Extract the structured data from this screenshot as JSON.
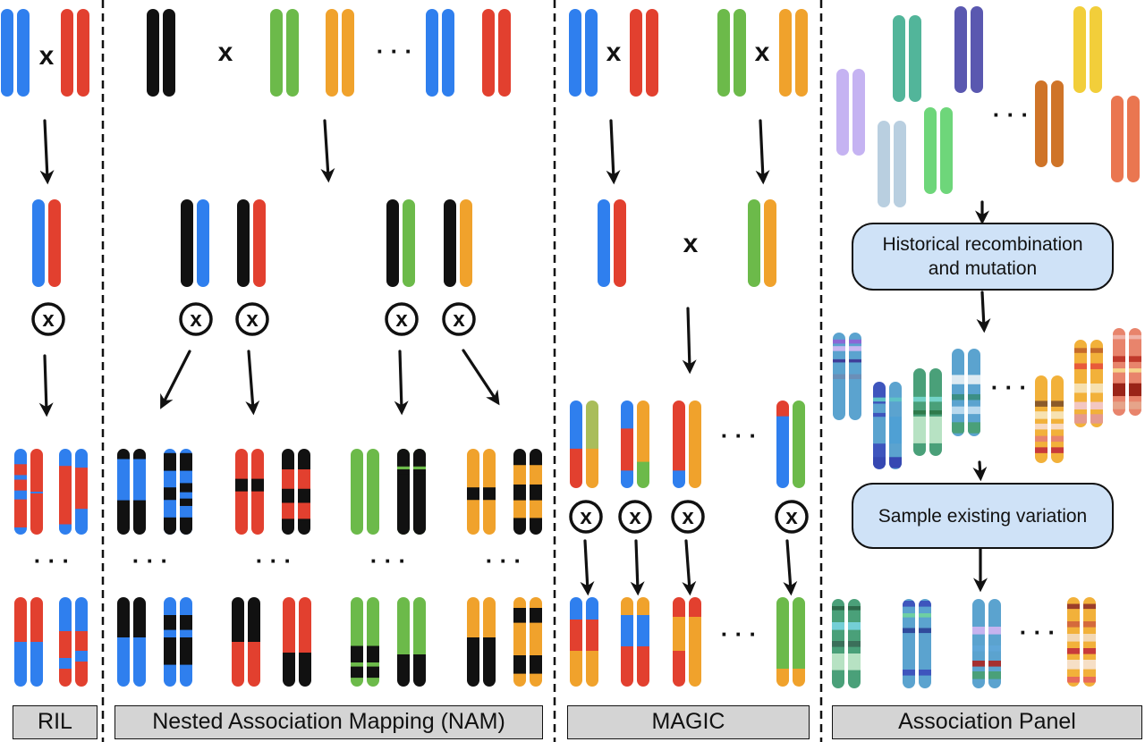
{
  "panels": {
    "ril": {
      "label": "RIL"
    },
    "nam": {
      "label": "Nested Association Mapping (NAM)"
    },
    "magic": {
      "label": "MAGIC"
    },
    "association": {
      "label": "Association Panel"
    }
  },
  "process_boxes": {
    "historical": "Historical recombination\nand mutation",
    "sample": "Sample existing variation"
  },
  "symbols": {
    "cross": "x",
    "self": "⊗",
    "ellipsis": "· · ·"
  },
  "colors": {
    "blue": "#2f7fee",
    "red": "#e2402f",
    "black": "#111111",
    "green": "#6cba4a",
    "orange": "#f0a22c",
    "olive": "#a9bd5a",
    "label_bg": "#d4d4d4",
    "box_bg": "#cfe2f7"
  }
}
